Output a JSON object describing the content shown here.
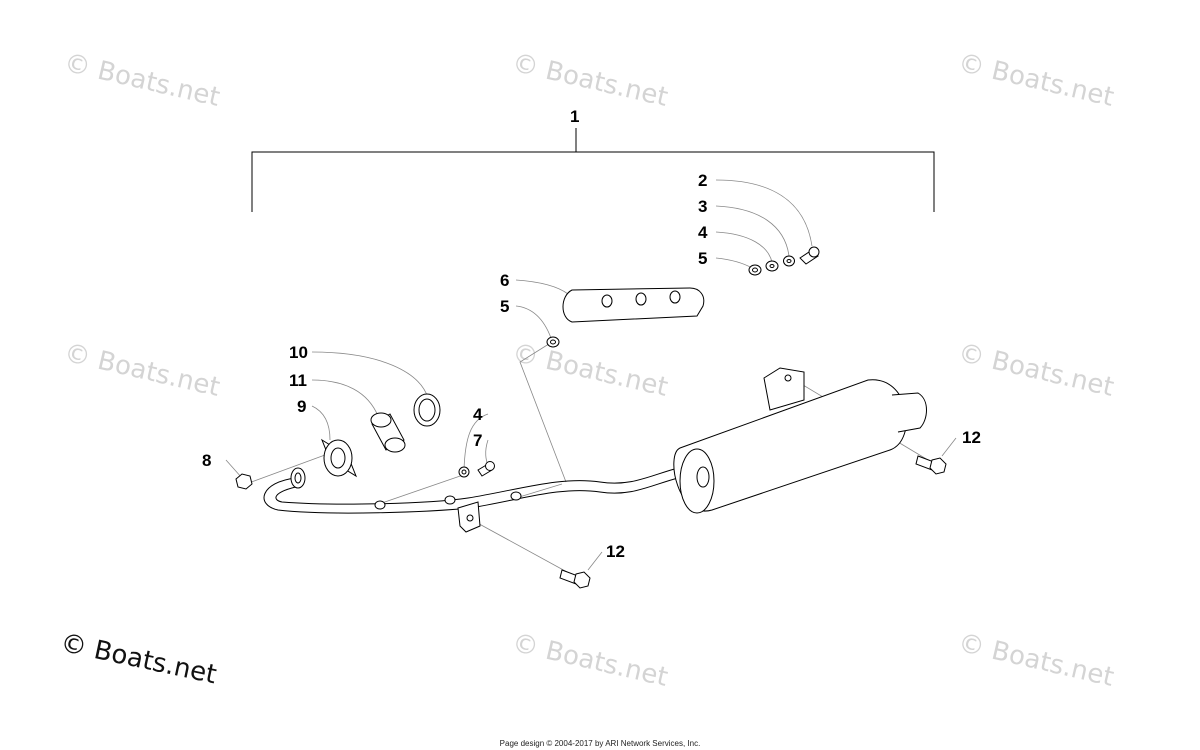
{
  "watermark_text": "© Boats.net",
  "corner_watermark_text": "© Boats.net",
  "footer_text": "Page design © 2004-2017 by ARI Network Services, Inc.",
  "callouts": {
    "assembly": "1",
    "screw_top": "2",
    "lock_washer_top": "3",
    "flat_washer_top": "4",
    "grommet_top": "5",
    "heat_shield": "6",
    "grommet_lower": "5",
    "flat_washer_mid": "4",
    "screw_mid": "7",
    "nut": "8",
    "flange": "9",
    "gasket": "10",
    "seal": "11",
    "bolt_right": "12",
    "bolt_bottom": "12"
  }
}
